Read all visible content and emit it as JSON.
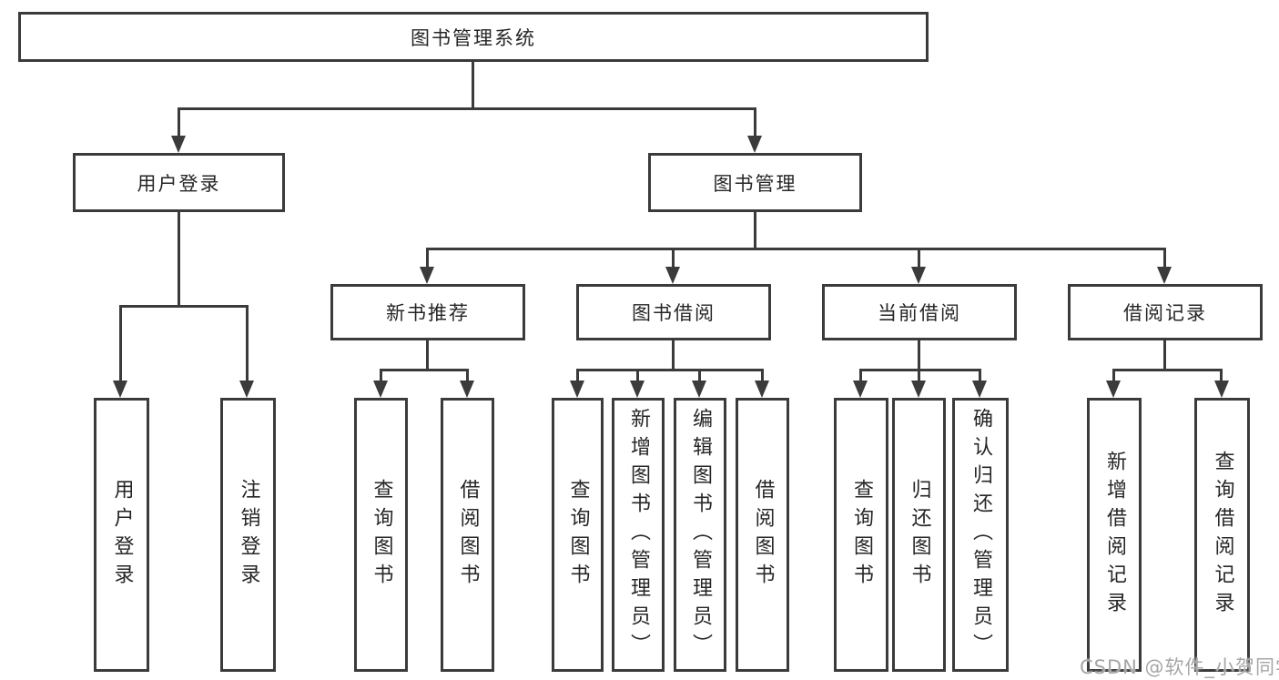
{
  "diagram": {
    "root_label": "图书管理系统",
    "level2": {
      "user_login": "用户登录",
      "book_mgmt": "图书管理"
    },
    "level3": {
      "new_books": "新书推荐",
      "book_borrow": "图书借阅",
      "current_borrow": "当前借阅",
      "borrow_records": "借阅记录"
    },
    "leaves": {
      "login": "用户登录",
      "logout": "注销登录",
      "nb_query": "查询图书",
      "nb_borrow": "借阅图书",
      "bb_query": "查询图书",
      "bb_add": "新增图书（管理员）",
      "bb_edit": "编辑图书（管理员）",
      "bb_borrow": "借阅图书",
      "cb_query": "查询图书",
      "cb_return": "归还图书",
      "cb_confirm": "确认归还（管理员）",
      "br_add": "新增借阅记录",
      "br_query": "查询借阅记录"
    },
    "line_color": "#3b3b3b"
  },
  "watermark": "CSDN @软件_小贺同学"
}
